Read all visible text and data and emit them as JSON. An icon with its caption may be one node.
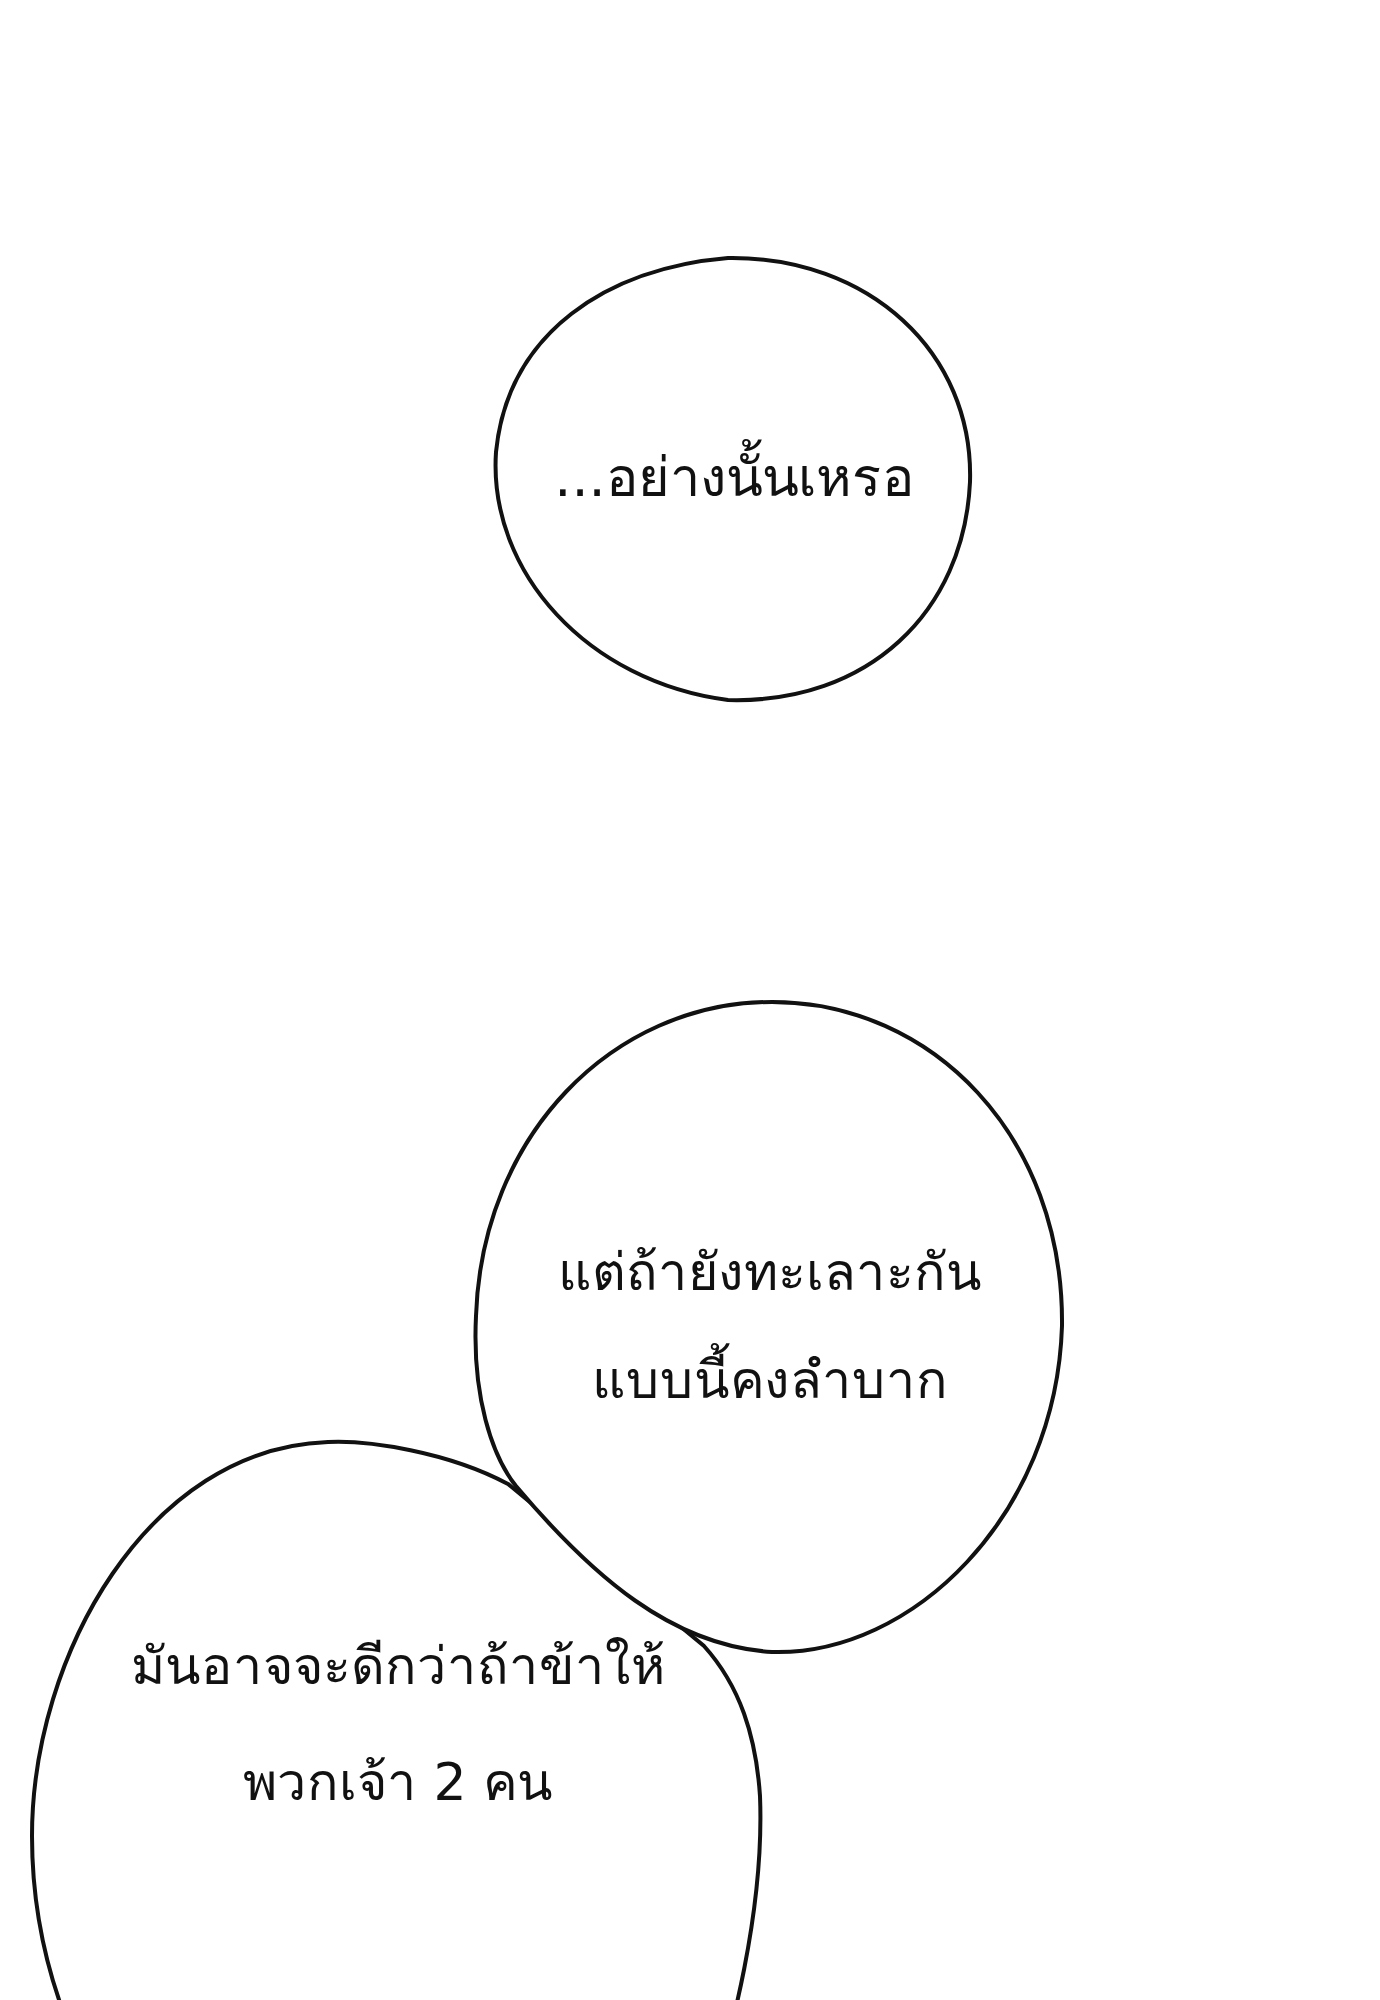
{
  "diagram": {
    "nodes": [
      {
        "text": [
          "...อย่างนั้นเหรอ"
        ]
      },
      {
        "text": [
          "แต่ถ้ายังทะเลาะกันแบบนี้คงลำบาก"
        ]
      },
      {
        "text": [
          "มันอาจจะดีกว่าถ้าข้าให้พวกเจ้า 2 คน"
        ]
      }
    ]
  }
}
